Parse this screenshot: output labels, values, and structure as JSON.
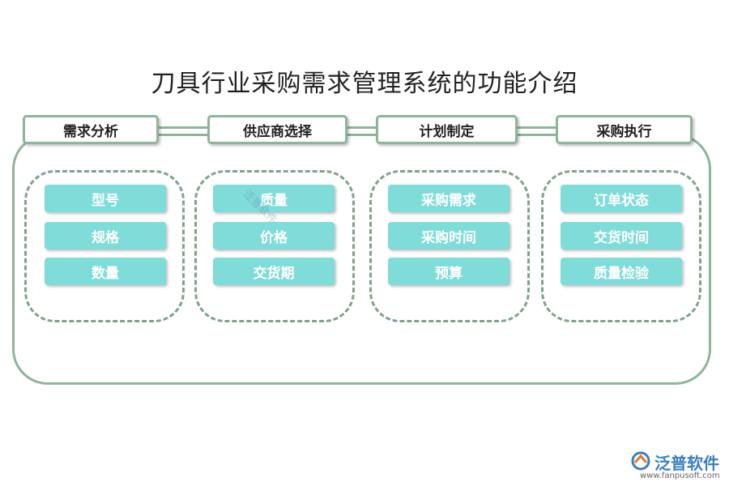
{
  "title": "刀具行业采购需求管理系统的功能介绍",
  "watermark": "泛普软件",
  "columns": [
    {
      "header": "需求分析",
      "items": [
        "型号",
        "规格",
        "数量"
      ]
    },
    {
      "header": "供应商选择",
      "items": [
        "质量",
        "价格",
        "交货期"
      ]
    },
    {
      "header": "计划制定",
      "items": [
        "采购需求",
        "采购时间",
        "预算"
      ]
    },
    {
      "header": "采购执行",
      "items": [
        "订单状态",
        "交货时间",
        "质量检验"
      ]
    }
  ],
  "logo": {
    "name": "泛普软件",
    "url": "www.fanpusoft.com"
  },
  "colors": {
    "frame": "#8fb49a",
    "item_fill": "#7fdcd8",
    "logo": "#3b7fbf"
  }
}
